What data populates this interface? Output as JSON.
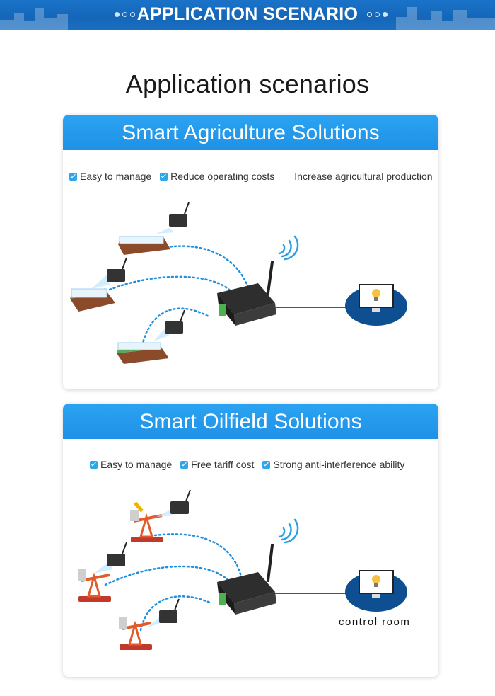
{
  "banner": {
    "title": "APPLICATION SCENARIO"
  },
  "heading": "Application scenarios",
  "agriculture": {
    "title": "Smart Agriculture Solutions",
    "features": [
      {
        "label": "Easy to manage",
        "checked": true
      },
      {
        "label": "Reduce operating costs",
        "checked": true
      },
      {
        "label": "Increase agricultural production",
        "checked": false
      }
    ]
  },
  "oilfield": {
    "title": "Smart Oilfield Solutions",
    "features": [
      {
        "label": "Easy to manage",
        "checked": true
      },
      {
        "label": "Free tariff cost",
        "checked": true
      },
      {
        "label": "Strong anti-interference ability",
        "checked": true
      }
    ],
    "control_label": "control room"
  },
  "colors": {
    "banner": "#1566b8",
    "header": "#2ba3f2",
    "accent": "#2fa6ea",
    "monitor_base": "#0e4f92"
  }
}
